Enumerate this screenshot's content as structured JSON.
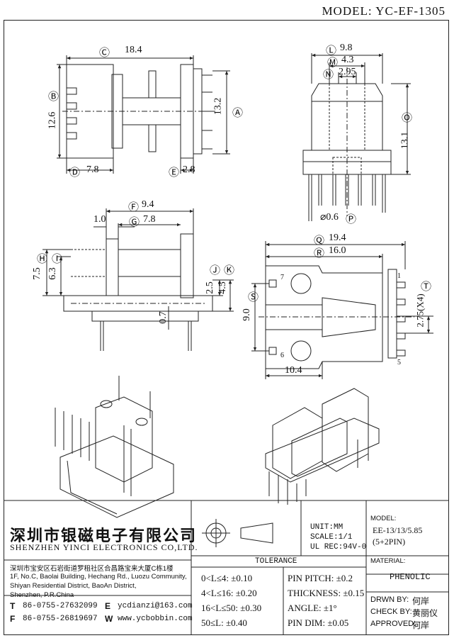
{
  "header": {
    "model": "MODEL: YC-EF-1305"
  },
  "dims": {
    "c": "18.4",
    "b": "12.6",
    "a": "13.2",
    "d": "7.8",
    "e": "2.8",
    "l": "9.8",
    "m": "4.3",
    "n": "2.95",
    "o": "13.1",
    "p": "⌀0.6",
    "f": "9.4",
    "g": "7.8",
    "w10": "1.0",
    "h": "7.5",
    "i": "6.3",
    "j": "2.5",
    "k": "4.5",
    "d07": "0.7",
    "q": "19.4",
    "r": "16.0",
    "s": "9.0",
    "t": "2.75(X4)",
    "w104": "10.4",
    "pin7": "7",
    "pin6": "6",
    "pin1": "1",
    "pin5": "5"
  },
  "letters": [
    "A",
    "B",
    "C",
    "D",
    "E",
    "F",
    "G",
    "H",
    "I",
    "J",
    "K",
    "L",
    "M",
    "N",
    "O",
    "P",
    "Q",
    "R",
    "S",
    "T"
  ],
  "company": {
    "name_cn": "深圳市银磁电子有限公司",
    "name_en": "SHENZHEN YINCI ELECTRONICS CO,LTD.",
    "address_cn": "深圳市宝安区石岩街道罗租社区合昌路宝来大厦C栋1楼",
    "address_en_1": "1F, No.C, Baolai Building, Hechang Rd., Luozu Community,",
    "address_en_2": "Shiyan Residential District, BaoAn District,",
    "address_en_3": "Shenzhen, P.R.China",
    "t_label": "T",
    "t_value": "86-0755-27632099",
    "f_label": "F",
    "f_value": "86-0755-26819697",
    "e_label": "E",
    "e_value": "ycdianzi@163.com",
    "w_label": "W",
    "w_value": "www.ycbobbin.com"
  },
  "unit": {
    "unit": "UNIT:MM",
    "scale": "SCALE:1/1",
    "ul": "UL REC:94V-0"
  },
  "model_box": {
    "label": "MODEL:",
    "line1": "EE-13/13/5.85",
    "line2": "(5+2PIN)"
  },
  "tolerance": {
    "title": "TOLERANCE",
    "rows_left": [
      "0<L≤4: ±0.10",
      "4<L≤16: ±0.20",
      "16<L≤50: ±0.30",
      "50≤L: ±0.40"
    ],
    "rows_right": [
      "PIN PITCH: ±0.2",
      "THICKNESS: ±0.15",
      "ANGLE: ±1°",
      "PIN DIM: ±0.05"
    ]
  },
  "material": {
    "label": "MATERIAL:",
    "value": "PHENOLIC"
  },
  "approval": {
    "drawn_label": "DRWN BY:",
    "drawn_value": "何岸",
    "check_label": "CHECK BY:",
    "check_value": "黄丽仪",
    "approved_label": "APPROVED:",
    "approved_value": "何岸"
  }
}
